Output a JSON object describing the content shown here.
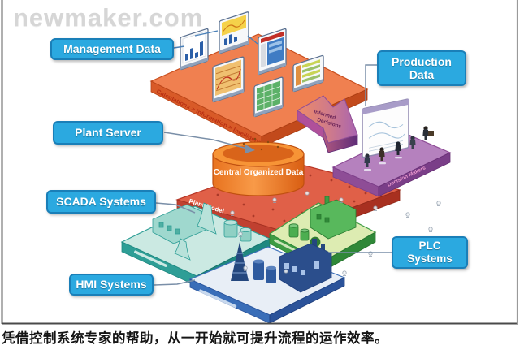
{
  "watermark": "newmaker.com",
  "labels": {
    "management_data": "Management Data",
    "production_data": "Production Data",
    "plant_server": "Plant Server",
    "scada_systems": "SCADA Systems",
    "hmi_systems": "HMI Systems",
    "plc_systems": "PLC Systems"
  },
  "diagram": {
    "top_platform_edge_text": "Calculations > Information > Intelligence",
    "cylinder_label": "Central Organized Data",
    "model_platform_edge_text": "Plant Model",
    "arrow_label_line1": "Informed",
    "arrow_label_line2": "Decisions",
    "team_platform_edge_text": "Decision Makers"
  },
  "caption": "凭借控制系统专家的帮助，从一开始就可提升流程的运作效率。",
  "colors": {
    "label_fill": "#2BA9E0",
    "label_border": "#1A7FB8",
    "platform_top_orange": "#F08050",
    "cylinder_orange": "#F5821F",
    "model_platform_red": "#E06048",
    "team_platform_purple": "#B581BE",
    "scada_platform_teal": "#2E9E96",
    "hmi_platform_blue": "#3A6EB8",
    "plc_platform_green": "#3E9C44"
  },
  "icons": {
    "monitor-bar-chart-icon": "screen with blue bar chart",
    "monitor-trend-icon": "screen with trend curves",
    "monitor-report-icon": "screen with report window",
    "monitor-spreadsheet-icon": "screen with green grid",
    "monitor-table-icon": "screen with colored table rows",
    "database-cylinder-icon": "open-top data cylinder",
    "informed-decisions-arrow-icon": "3d arrow toward decision platform",
    "person-icon": "standing person figure",
    "factory-icon": "industrial building",
    "storage-tank-icon": "cylindrical tank",
    "cooling-tower-icon": "cooling tower",
    "oil-derrick-icon": "derrick tower"
  }
}
